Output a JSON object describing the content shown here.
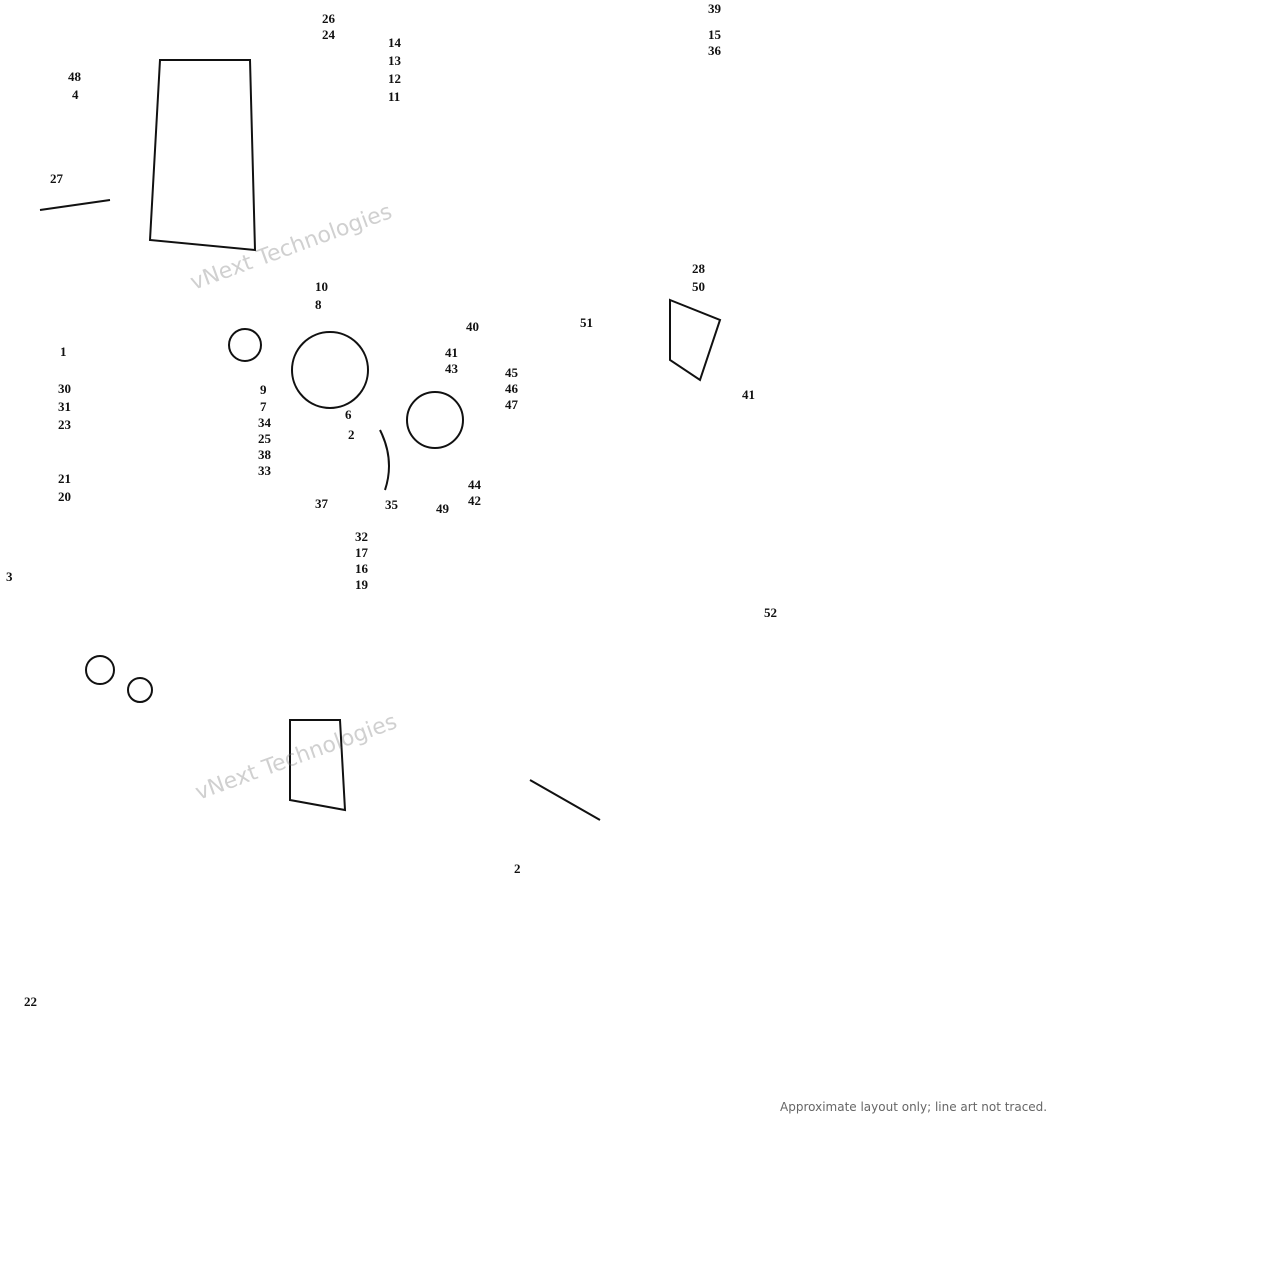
{
  "callouts": [
    "48",
    "4",
    "27",
    "26",
    "24",
    "14",
    "13",
    "12",
    "11",
    "39",
    "15",
    "36",
    "10",
    "8",
    "9",
    "7",
    "1",
    "30",
    "31",
    "23",
    "21",
    "20",
    "34",
    "25",
    "38",
    "33",
    "6",
    "2",
    "37",
    "35",
    "40",
    "41",
    "43",
    "45",
    "46",
    "47",
    "44",
    "42",
    "49",
    "28",
    "50",
    "51",
    "41",
    "32",
    "17",
    "16",
    "19",
    "3",
    "52",
    "2",
    "22"
  ],
  "watermark": "vNext Technologies"
}
